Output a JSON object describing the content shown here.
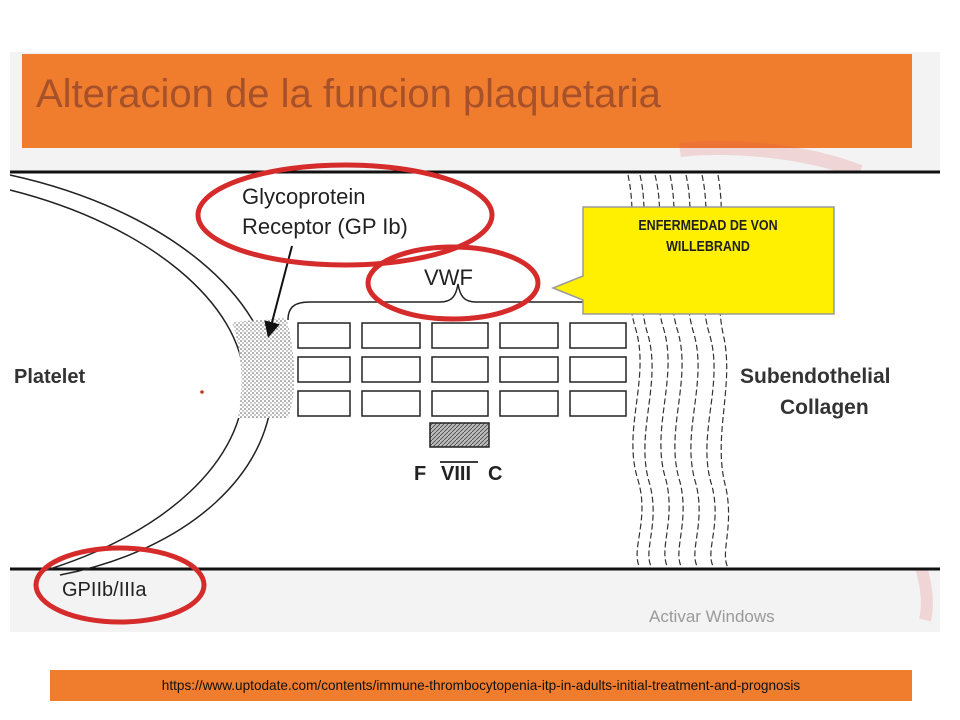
{
  "slide": {
    "title": "Alteracion de la funcion plaquetaria",
    "source_url": "https://www.uptodate.com/contents/immune-thrombocytopenia-itp-in-adults-initial-treatment-and-prognosis"
  },
  "diagram": {
    "label_glycoprotein_line1": "Glycoprotein",
    "label_glycoprotein_line2": "Receptor (GP Ib)",
    "label_vwf": "VWF",
    "label_platelet": "Platelet",
    "label_collagen_line1": "Subendothelial",
    "label_collagen_line2": "Collagen",
    "label_factor_pre": "F",
    "label_factor_viii": "VIII",
    "label_factor_post": "C",
    "label_gpiib": "GPIIb/IIIa"
  },
  "callout": {
    "line1": "ENFERMEDAD DE VON",
    "line2": "WILLEBRAND"
  },
  "watermark": "Activar Windows",
  "colors": {
    "accent_orange": "#f07c2e",
    "highlight_red": "#d62b2b",
    "callout_yellow": "#ffef00"
  }
}
